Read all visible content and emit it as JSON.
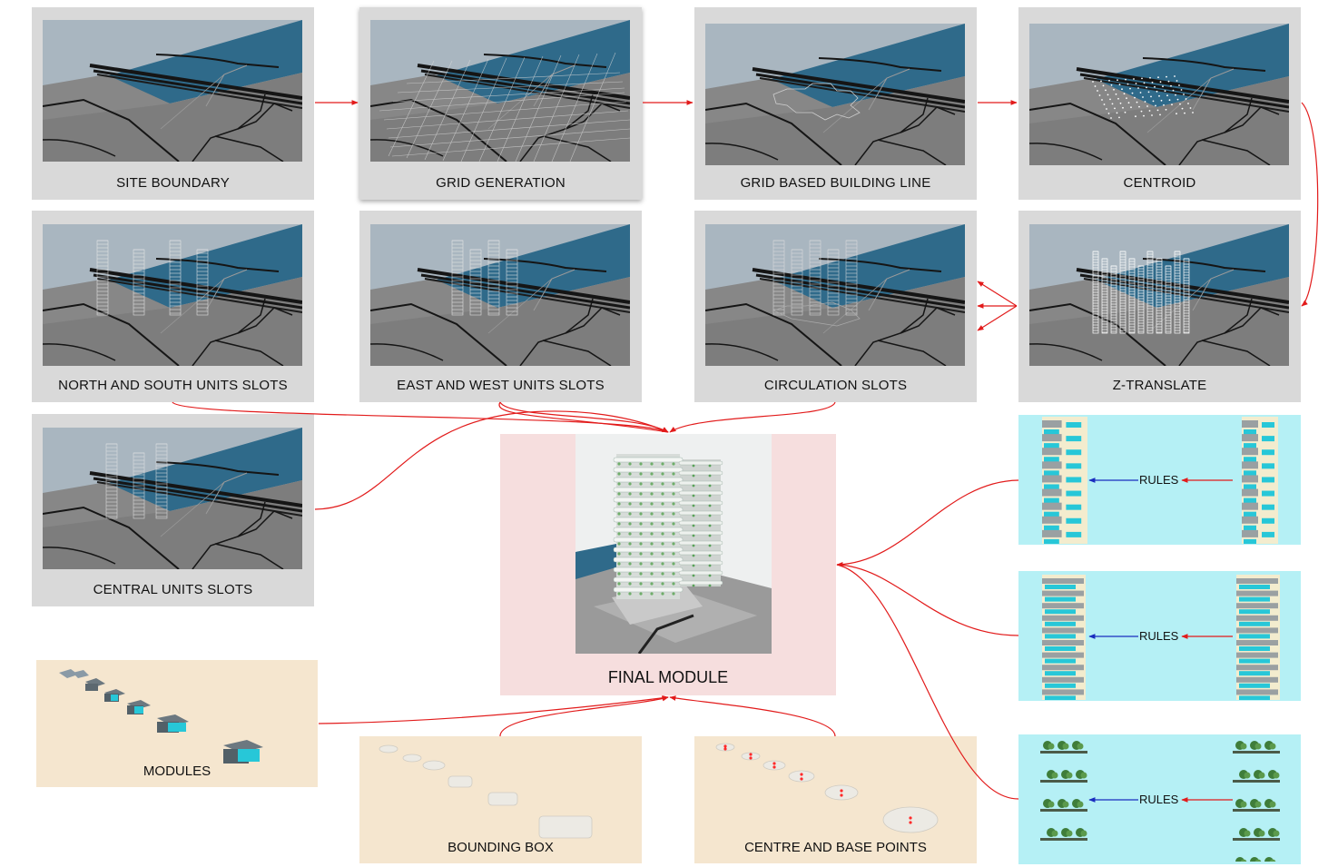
{
  "steps": {
    "site_boundary": "SITE BOUNDARY",
    "grid_generation": "GRID GENERATION",
    "grid_building_line": "GRID BASED BUILDING LINE",
    "centroid": "CENTROID",
    "north_south": "NORTH AND SOUTH UNITS SLOTS",
    "east_west": "EAST AND WEST UNITS SLOTS",
    "circulation": "CIRCULATION SLOTS",
    "z_translate": "Z-TRANSLATE",
    "central": "CENTRAL UNITS SLOTS"
  },
  "final_module": "FINAL MODULE",
  "modules": "MODULES",
  "bounding_box": "BOUNDING BOX",
  "centre_base": "CENTRE AND BASE POINTS",
  "rules": [
    "RULES",
    "RULES",
    "RULES"
  ],
  "colors": {
    "card_bg": "#d9d9d9",
    "sky": "#a9b6c0",
    "water": "#2f6a8a",
    "ground": "#808080",
    "beige_bg": "#f5e6cf",
    "pink_bg": "#f6dede",
    "cyan_bg": "#b5f0f5",
    "flow_arrow": "#e21b1b",
    "rule_arrow": "#1a2dbf"
  }
}
